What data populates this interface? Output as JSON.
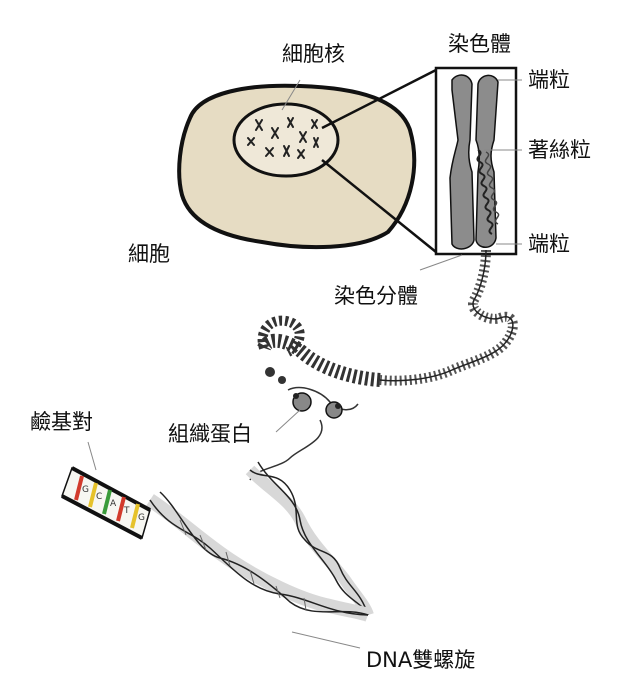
{
  "labels": {
    "nucleus": "細胞核",
    "chromosome": "染色體",
    "telomere_top": "端粒",
    "centromere": "著絲粒",
    "telomere_bottom": "端粒",
    "cell": "細胞",
    "chromatid": "染色分體",
    "base_pairs": "鹼基對",
    "histone": "組織蛋白",
    "dna_helix": "DNA雙螺旋"
  },
  "base_pair_letters": [
    "G",
    "C",
    "A",
    "T",
    "G"
  ],
  "colors": {
    "cell_fill": "#e6dcc3",
    "outline": "#111111",
    "chromosome_fill": "#8c8c8c",
    "strand_fill": "#d8d8d8",
    "base_red": "#d23b2c",
    "base_yellow": "#e6c22a",
    "base_green": "#3a9b3a"
  }
}
